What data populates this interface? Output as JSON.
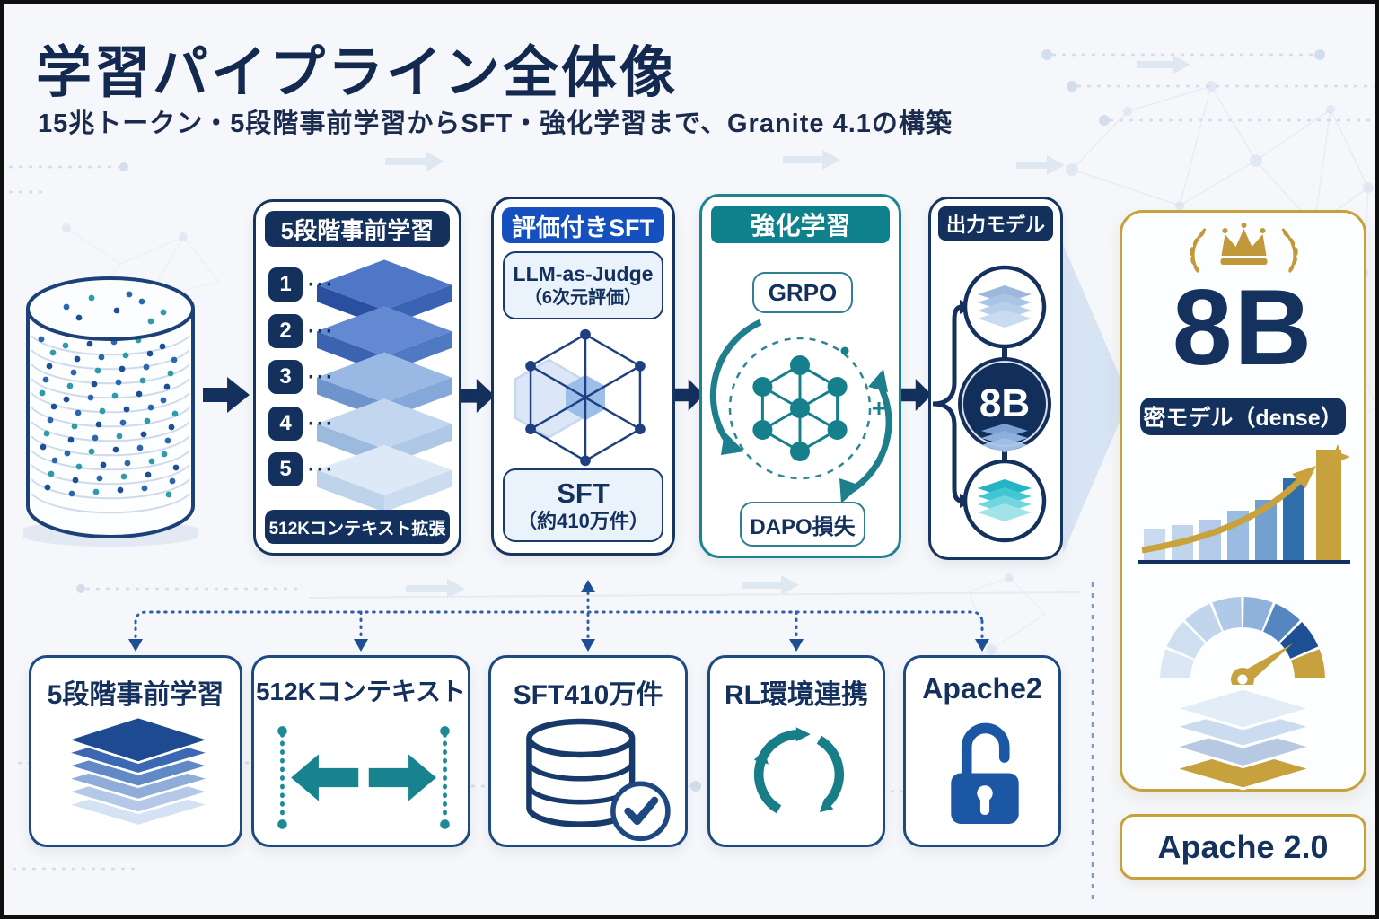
{
  "header": {
    "title": "学習パイプライン全体像",
    "subtitle": "15兆トークン・5段階事前学習からSFT・強化学習まで、Granite 4.1の構築"
  },
  "stage1": {
    "header": "5段階事前学習",
    "steps": [
      "1",
      "2",
      "3",
      "4",
      "5"
    ],
    "dots": "···",
    "footer": "512Kコンテキスト拡張"
  },
  "stage2": {
    "header": "評価付きSFT",
    "judge_title": "LLM-as-Judge",
    "judge_sub": "（6次元評価）",
    "sft_title": "SFT",
    "sft_sub": "（約410万件）"
  },
  "stage3": {
    "header": "強化学習",
    "loop_top": "GRPO",
    "loop_bottom": "DAPO損失"
  },
  "stage4": {
    "header": "出力モデル",
    "center_model": "8B"
  },
  "result": {
    "model_size": "8B",
    "model_type": "密モデル（dense）",
    "license_label": "Apache 2.0"
  },
  "bottom_cards": [
    {
      "label": "5段階事前学習",
      "icon": "layer-stack-icon"
    },
    {
      "label": "512Kコンテキスト",
      "icon": "context-width-icon"
    },
    {
      "label": "SFT410万件",
      "icon": "database-check-icon"
    },
    {
      "label": "RL環境連携",
      "icon": "cycle-arrows-icon"
    },
    {
      "label": "Apache2",
      "icon": "open-lock-icon"
    }
  ],
  "colors": {
    "navy": "#14315e",
    "bright_blue": "#1550c0",
    "teal": "#0f818c",
    "gold": "#c7a13e",
    "light_blue_fill": "#eaf2fb",
    "background": "#f5f7fa"
  }
}
